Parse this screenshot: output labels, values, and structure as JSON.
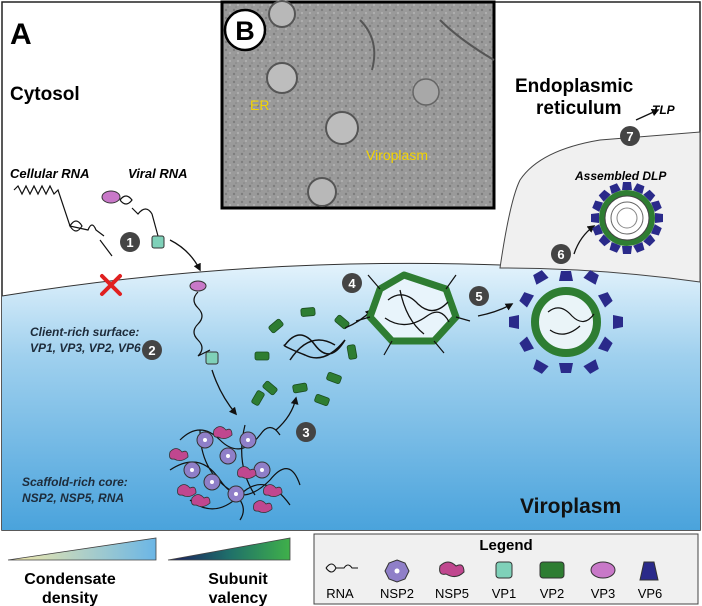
{
  "panel_a": {
    "letter": "A",
    "cytosol": "Cytosol",
    "er_line1": "Endoplasmic",
    "er_line2": "reticulum",
    "cellular_rna": "Cellular RNA",
    "viral_rna": "Viral RNA",
    "client_line1": "Client-rich surface:",
    "client_line2": "VP1, VP3, VP2, VP6",
    "scaffold_line1": "Scaffold-rich core:",
    "scaffold_line2": "NSP2, NSP5, RNA",
    "viroplasm": "Viroplasm",
    "assembled_dlp": "Assembled DLP",
    "tlp": "TLP",
    "steps": [
      "1",
      "2",
      "3",
      "4",
      "5",
      "6",
      "7"
    ]
  },
  "panel_b": {
    "letter": "B",
    "er_label": "ER",
    "viroplasm_label": "Viroplasm"
  },
  "gradients": {
    "density_line1": "Condensate",
    "density_line2": "density",
    "valency_line1": "Subunit",
    "valency_line2": "valency"
  },
  "legend": {
    "title": "Legend",
    "items": [
      "RNA",
      "NSP2",
      "NSP5",
      "VP1",
      "VP2",
      "VP3",
      "VP6"
    ]
  },
  "colors": {
    "vp1": "#7fd1b9",
    "vp2": "#2e7d32",
    "vp3": "#c878c8",
    "nsp2": "#8f7fc8",
    "nsp5": "#c0478f",
    "vp6": "#2a2a8a",
    "viroplasm_top": "#d8eefa",
    "viroplasm_bottom": "#4da6dc",
    "er_fill": "#f0f0f0"
  }
}
